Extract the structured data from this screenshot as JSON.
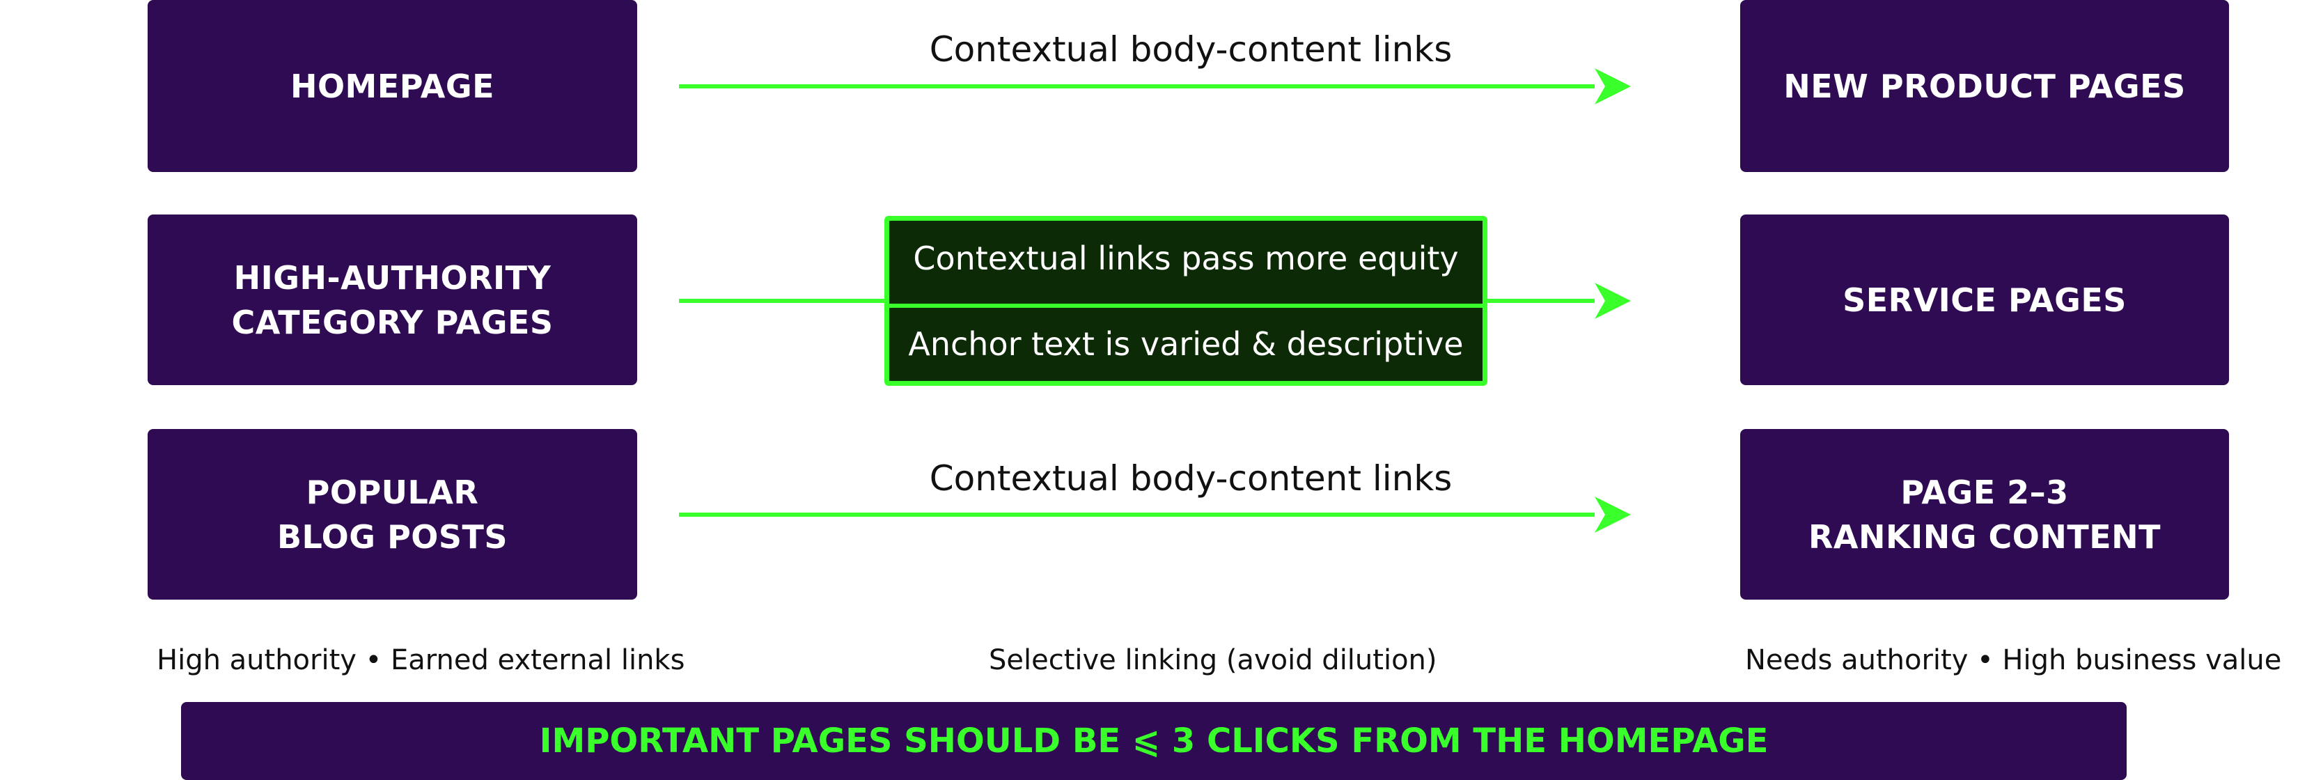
{
  "sources": [
    {
      "lines": [
        "HOMEPAGE"
      ]
    },
    {
      "lines": [
        "HIGH-AUTHORITY",
        "CATEGORY PAGES"
      ]
    },
    {
      "lines": [
        "POPULAR",
        "BLOG POSTS"
      ]
    }
  ],
  "targets": [
    {
      "lines": [
        "NEW PRODUCT PAGES"
      ]
    },
    {
      "lines": [
        "SERVICE PAGES"
      ]
    },
    {
      "lines": [
        "PAGE 2–3",
        "RANKING CONTENT"
      ]
    }
  ],
  "links": [
    {
      "label": "Contextual body-content links"
    },
    {
      "label": ""
    },
    {
      "label": "Contextual body-content links"
    }
  ],
  "callout": {
    "lines": [
      "Contextual links pass more equity",
      "Anchor text is varied & descriptive"
    ]
  },
  "captions": {
    "left": "High authority • Earned external links",
    "center": "Selective linking (avoid dilution)",
    "right": "Needs authority •  High business value"
  },
  "banner": "IMPORTANT PAGES SHOULD BE ⩽ 3 CLICKS FROM THE HOMEPAGE",
  "colors": {
    "box": "#2e0b52",
    "arrow": "#39ff2a",
    "callout_bg": "#0c2a05",
    "banner_text": "#39ff2a"
  }
}
